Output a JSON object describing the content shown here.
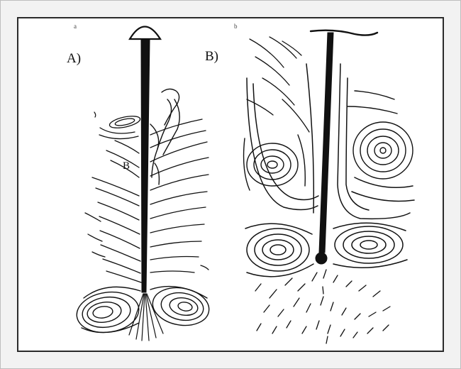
{
  "figure": {
    "panel_a_label": "A)",
    "panel_b_label": "B)",
    "panel_a_corner_mark": "a",
    "panel_b_corner_mark": "b",
    "inline_label": "B"
  },
  "colors": {
    "ink": "#111111",
    "frame": "#2a2a2a",
    "background": "#ffffff"
  }
}
